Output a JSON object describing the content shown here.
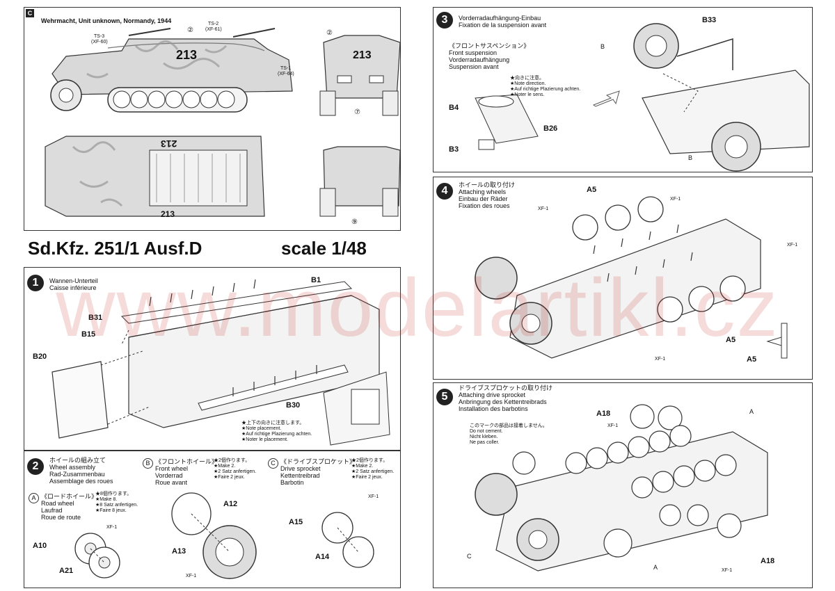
{
  "top_left": {
    "corner_tag": "C",
    "caption": "Wehrmacht, Unit unknown, Normandy, 1944",
    "callouts": [
      {
        "code": "TS-3",
        "color": "(XF-60)"
      },
      {
        "code": "TS-2",
        "color": "(XF-61)"
      },
      {
        "code": "TS-1",
        "color": "(XF-64)"
      }
    ],
    "marks": [
      "②",
      "②",
      "⑦",
      "⑨"
    ],
    "number_side": "213",
    "number_front": "213",
    "number_top": "213",
    "number_rear": "213"
  },
  "title": {
    "model": "Sd.Kfz. 251/1 Ausf.D",
    "scale": "scale 1/48"
  },
  "step1": {
    "num": "1",
    "lines": [
      "Wannen-Unterteil",
      "Caisse inférieure"
    ],
    "parts": [
      "B1",
      "B31",
      "B15",
      "B20",
      "B30"
    ],
    "note": [
      "★上下の向きに注意します。",
      "★Note placement.",
      "★Auf richtige Plazierung achten.",
      "★Noter le placement."
    ]
  },
  "step2": {
    "num": "2",
    "lines": [
      "ホイールの組み立て",
      "Wheel assembly",
      "Rad-Zusammenbau",
      "Assemblage des roues"
    ],
    "a_tag": "A",
    "a_lines": [
      "《ロードホイール》",
      "Road wheel",
      "Laufrad",
      "Roue de route"
    ],
    "a_note": [
      "★8個作ります。",
      "★Make 8.",
      "★8 Satz anfertigen.",
      "★Faire 8 jeux."
    ],
    "b_tag": "B",
    "b_lines": [
      "《フロントホイール》",
      "Front wheel",
      "Vorderrad",
      "Roue avant"
    ],
    "b_note": [
      "★2個作ります。",
      "★Make 2.",
      "★2 Satz anfertigen.",
      "★Faire 2 jeux."
    ],
    "c_tag": "C",
    "c_lines": [
      "《ドライブスプロケット》",
      "Drive sprocket",
      "Kettentreibrad",
      "Barbotin"
    ],
    "c_note": [
      "★2個作ります。",
      "★Make 2.",
      "★2 Satz anfertigen.",
      "★Faire 2 jeux."
    ],
    "parts": [
      "A10",
      "A21",
      "A12",
      "A13",
      "A15",
      "A14"
    ],
    "paints": [
      "XF-1",
      "XF-1",
      "XF-1"
    ]
  },
  "step3": {
    "num": "3",
    "lines": [
      "Vorderradaufhängung-Einbau",
      "Fixation de la suspension avant"
    ],
    "sub": [
      "《フロントサスペンション》",
      "Front suspension",
      "Vorderradaufhängung",
      "Suspension avant"
    ],
    "note": [
      "★向きに注意。",
      "★Note direction.",
      "★Auf richtige Plazierung achten.",
      "★Noter le sens."
    ],
    "parts": [
      "B33",
      "B4",
      "B26",
      "B3",
      "B",
      "B"
    ]
  },
  "step4": {
    "num": "4",
    "lines": [
      "ホイールの取り付け",
      "Attaching wheels",
      "Einbau der Räder",
      "Fixation des roues"
    ],
    "parts": [
      "A5",
      "A5",
      "A5"
    ],
    "paints": [
      "XF-1",
      "XF-1",
      "XF-1",
      "XF-1"
    ]
  },
  "step5": {
    "num": "5",
    "lines": [
      "ドライブスプロケットの取り付け",
      "Attaching drive sprocket",
      "Anbringung des Kettentreibrads",
      "Installation des barbotins"
    ],
    "note": [
      "このマークの部品は接着しません。",
      "Do not cement.",
      "Nicht kleben.",
      "Ne pas coller."
    ],
    "parts": [
      "A18",
      "A18",
      "A",
      "A",
      "C"
    ],
    "paints": [
      "XF-1",
      "XF-1"
    ]
  },
  "watermark": "www.modelartikl.cz"
}
